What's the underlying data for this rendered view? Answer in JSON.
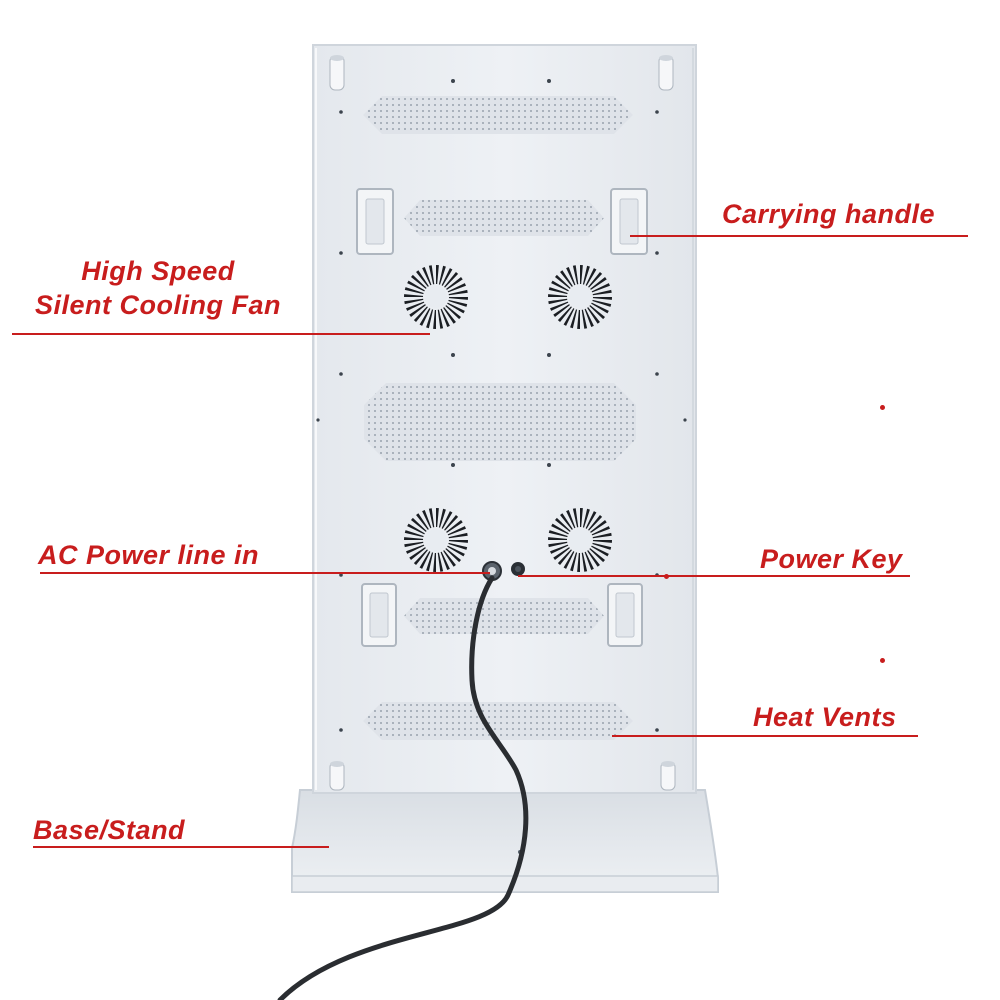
{
  "colors": {
    "label_text": "#c81d1d",
    "callout_line": "#c81d1d",
    "panel_fill": "#e8ecf1",
    "panel_edge": "#cfd5dc",
    "base_fill": "#e2e6eb",
    "vent_fill": "#dde2e8",
    "vent_hole": "#9aa3ad",
    "fan_slot": "#1b1e23",
    "cable": "#2a2d31",
    "handle_fill": "#f3f5f7"
  },
  "labels": {
    "carrying_handle": "Carrying handle",
    "cooling_fan_line1": "High Speed",
    "cooling_fan_line2": "Silent Cooling Fan",
    "ac_power": "AC Power line in",
    "power_key": "Power Key",
    "heat_vents": "Heat Vents",
    "base_stand": "Base/Stand"
  },
  "icons": {
    "fan": "cooling-fan-icon",
    "power_key": "power-key-icon",
    "power_inlet": "power-inlet-icon",
    "handle": "carrying-handle-icon"
  }
}
